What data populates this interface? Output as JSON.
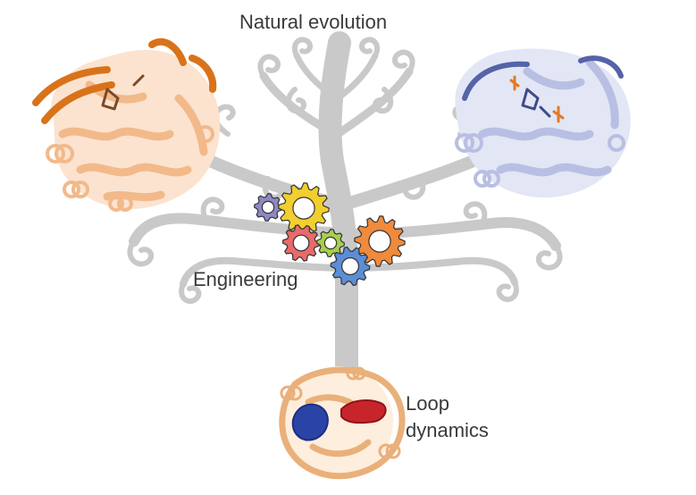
{
  "labels": {
    "natural_evolution": "Natural evolution",
    "engineering": "Engineering",
    "loop_line1": "Loop",
    "loop_line2": "dynamics"
  },
  "colors": {
    "tree": "#c9c9c9",
    "protein_left": "#f2b98a",
    "protein_left_loop": "#d9731a",
    "protein_right": "#b9bfe3",
    "protein_right_loop": "#5563a8",
    "protein_bottom": "#eab07a",
    "loop_blue": "#2a43a6",
    "loop_red": "#c8242c",
    "gear_purple": "#8e88c4",
    "gear_yellow": "#f2cf2e",
    "gear_red": "#e86a6a",
    "gear_green": "#a6cf4d",
    "gear_orange": "#f08a3c",
    "gear_blue": "#5b8ed6"
  },
  "icons": [
    "tree-icon",
    "protein-left-icon",
    "protein-right-icon",
    "protein-bottom-icon",
    "gear-icon"
  ]
}
